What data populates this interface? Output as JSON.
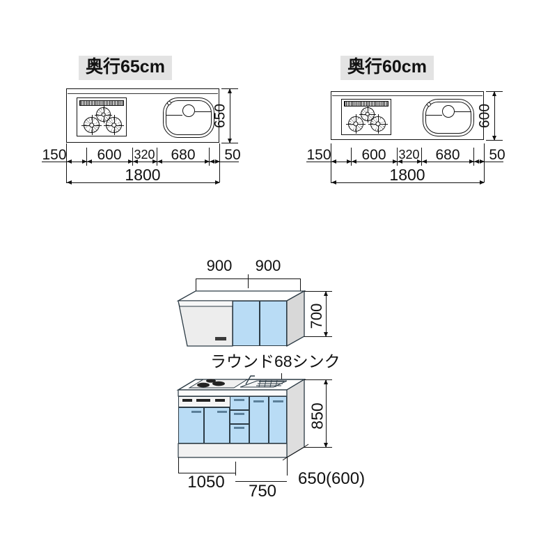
{
  "page": {
    "title": "システムキッチン 寸法図",
    "bg": "#ffffff",
    "door_color": "#b9dcf5",
    "chip_bg": "#e3e3e3"
  },
  "plan_views": [
    {
      "id": "depth65",
      "chip_label": "奥行65cm",
      "depth_label": "650",
      "total_label": "1800",
      "segments": [
        {
          "label": "150"
        },
        {
          "label": "600"
        },
        {
          "label": "320"
        },
        {
          "label": "680"
        },
        {
          "label": "50"
        }
      ]
    },
    {
      "id": "depth60",
      "chip_label": "奥行60cm",
      "depth_label": "600",
      "total_label": "1800",
      "segments": [
        {
          "label": "150"
        },
        {
          "label": "600"
        },
        {
          "label": "320"
        },
        {
          "label": "680"
        },
        {
          "label": "50"
        }
      ]
    }
  ],
  "elevation": {
    "wall_unit": {
      "width_left_label": "900",
      "width_right_label": "900",
      "height_label": "700"
    },
    "sink_callout": "ラウンド68シンク",
    "base_unit": {
      "height_label": "850",
      "width_left_label": "1050",
      "width_right_label": "750",
      "depth_label": "650(600)"
    }
  }
}
